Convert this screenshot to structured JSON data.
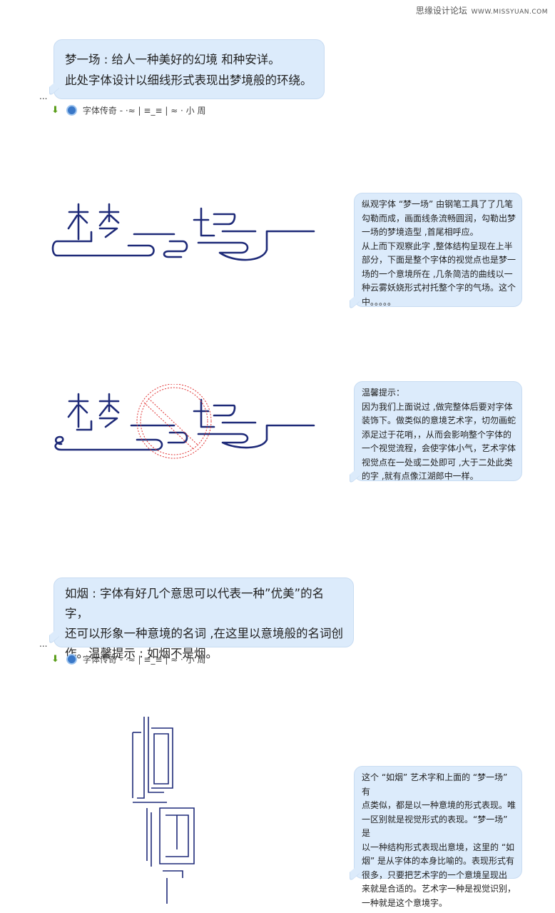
{
  "watermark": {
    "site": "思缘设计论坛",
    "url": "WWW.MISSYUAN.COM"
  },
  "bubble1": {
    "line1": "梦一场 : 给人一种美好的幻境  和种安详。",
    "line2": "此处字体设计以细线形式表现出梦境般的环绕。"
  },
  "meta1": {
    "dots": "...",
    "name": "字体传奇 - ·≈ | ≡_≡ | ≈ · 小  周"
  },
  "note1": {
    "lines": [
      "纵观字体 “梦一场” 由钢笔工具了了几笔",
      "勾勒而成，画面线条流畅圆润，勾勒出梦",
      "一场的梦境造型 ,首尾相呼应。",
      "从上而下观察此字 ,整体结构呈现在上半",
      "部分，下面是整个字体的视觉点也是梦一",
      "场的一个意境所在 ,几条简洁的曲线以一",
      "种云雾妖娆形式衬托整个字的气场。这个",
      "中。。。。。"
    ]
  },
  "note2": {
    "lines": [
      "温馨提示：",
      "因为我们上面说过 ,做完整体后要对字体",
      "装饰下。做类似的意境艺术字，切勿画蛇",
      "添足过于花哨，，从而会影响整个字体的",
      "一个视觉流程，会使字体小气，艺术字体",
      "视觉点在一处或二处即可 ,大于二处此类",
      "的字 ,就有点像江湖郎中一样。"
    ]
  },
  "bubble2": {
    "line1": "如烟 : 字体有好几个意思可以代表一种”优美”的名字，",
    "line2": "还可以形象一种意境的名词 ,在这里以意境般的名词创",
    "line3": "作。温馨提示 : 如烟不是烟。"
  },
  "meta2": {
    "dots": "...",
    "name": "字体传奇 - ·≈ | ≡_≡ | ≈ · 小  周"
  },
  "note3": {
    "lines": [
      "这个 “如烟” 艺术字和上面的 “梦一场” 有",
      "点类似，都是以一种意境的形式表现。唯",
      "一区别就是视觉形式的表现。“梦一场” 是",
      "以一种结构形式表现出意境，这里的 “如",
      "烟” 是从字体的本身比喻的。表现形式有",
      "很多，只要把艺术字的一个意境呈现出",
      "来就是合适的。艺术字一种是视觉识别，",
      "一种就是这个意境字。"
    ]
  },
  "colors": {
    "bubble": "#dcebfb",
    "stroke": "#1e2a78",
    "prohibit": "#e03030"
  }
}
